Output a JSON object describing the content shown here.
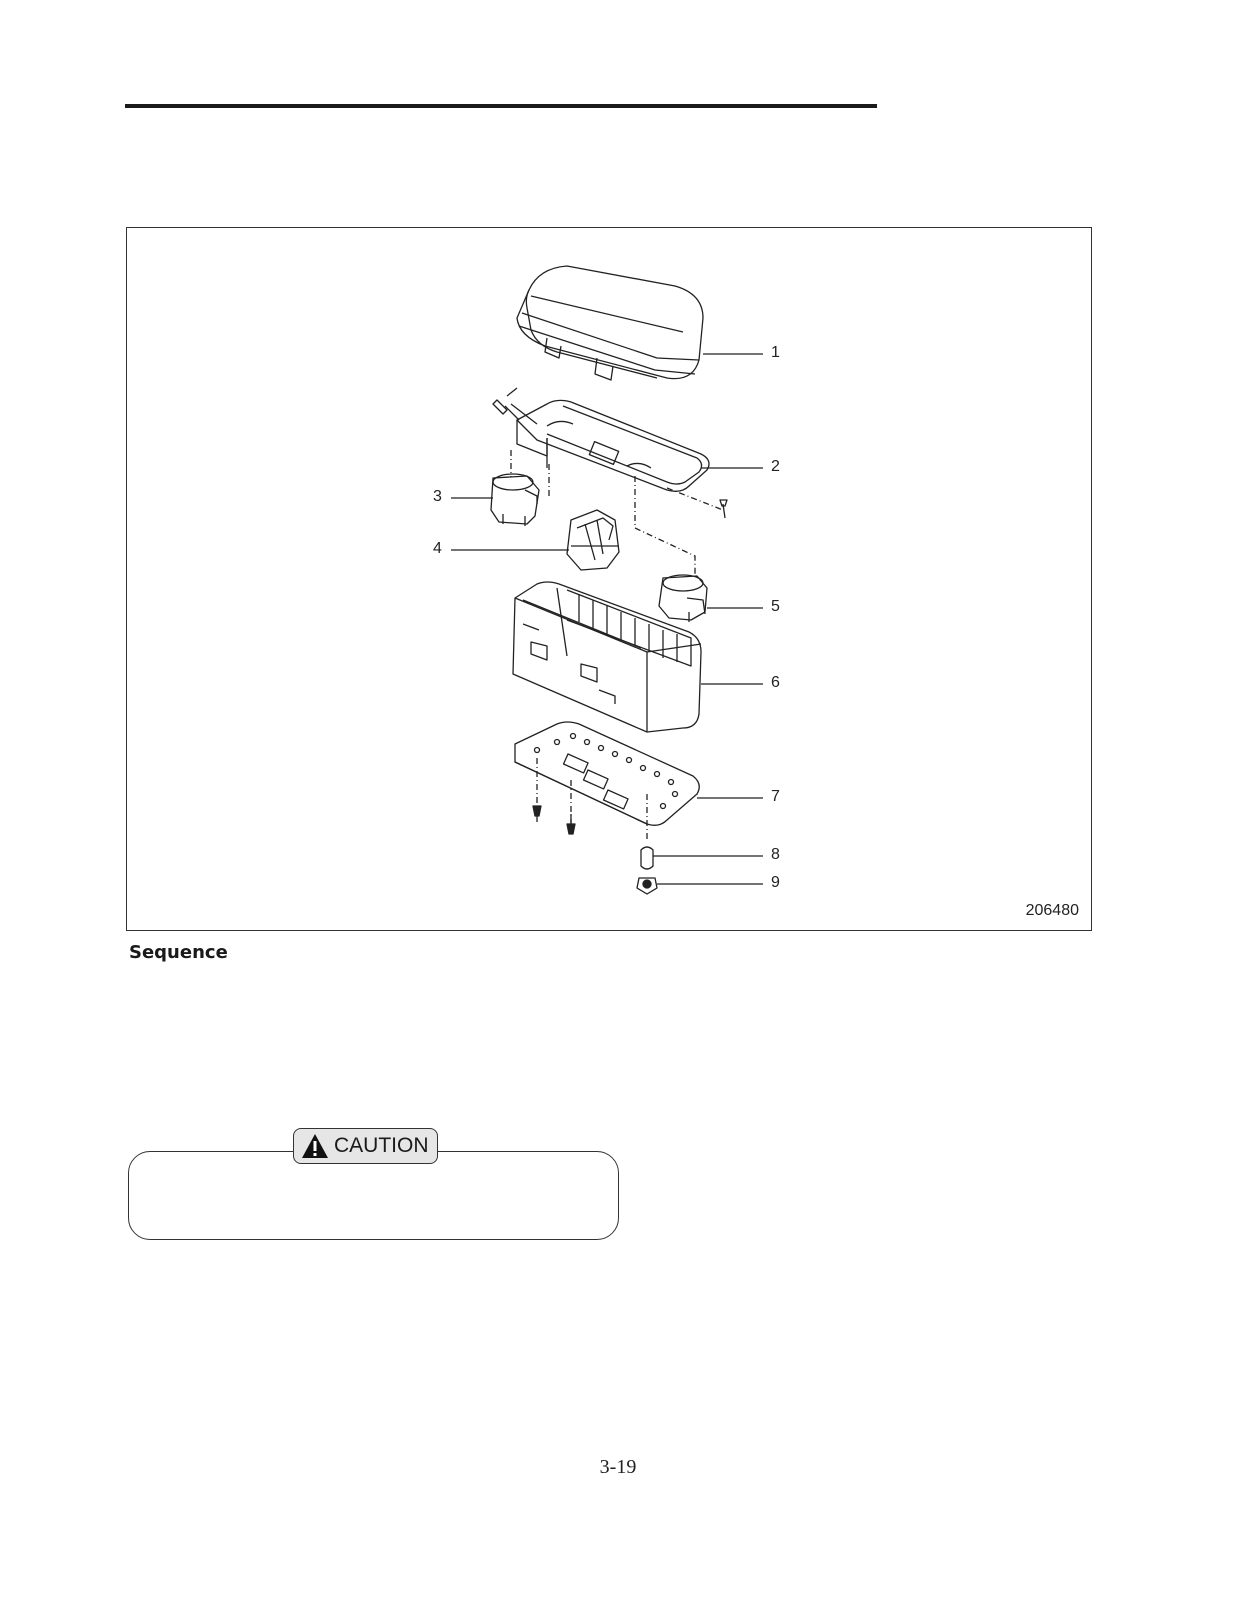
{
  "header": {
    "rule": true
  },
  "figure": {
    "figure_number": "206480",
    "callouts": [
      {
        "label": "1",
        "part": "cover"
      },
      {
        "label": "2",
        "part": "bracket"
      },
      {
        "label": "3",
        "part": "relay"
      },
      {
        "label": "4",
        "part": "relay"
      },
      {
        "label": "5",
        "part": "relay"
      },
      {
        "label": "6",
        "part": "fuse-box"
      },
      {
        "label": "7",
        "part": "base-plate"
      },
      {
        "label": "8",
        "part": "spacer"
      },
      {
        "label": "9",
        "part": "nut"
      }
    ]
  },
  "section": {
    "heading": "Sequence"
  },
  "caution": {
    "label": "CAUTION",
    "icon": "warning-triangle-icon",
    "body": ""
  },
  "footer": {
    "page_number": "3-19"
  }
}
